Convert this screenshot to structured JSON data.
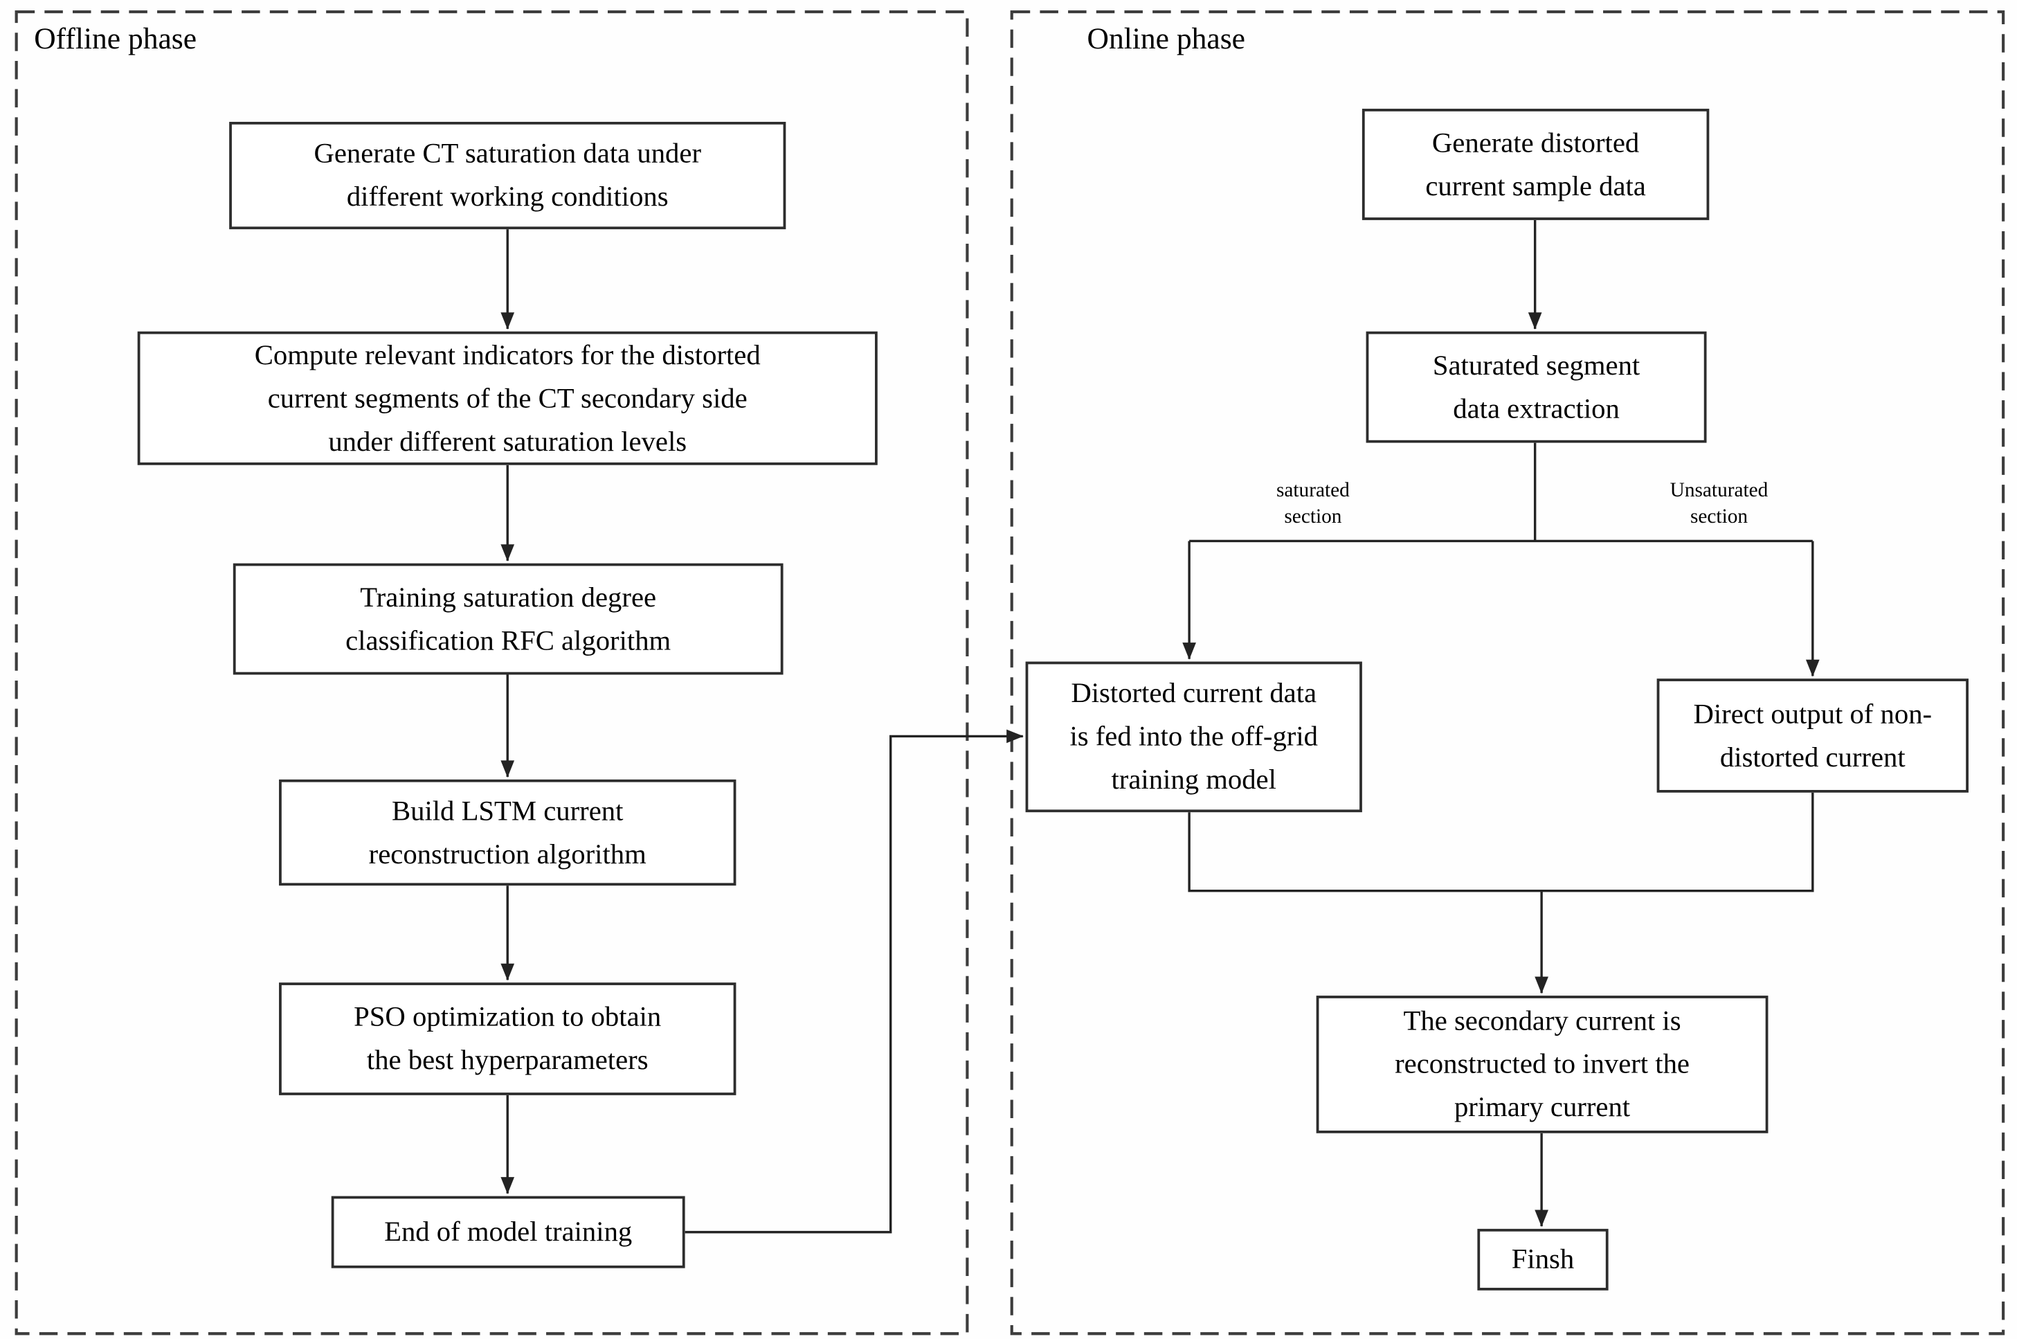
{
  "diagram": {
    "panels": {
      "offline": {
        "title": "Offline phase"
      },
      "online": {
        "title": "Online phase"
      }
    },
    "nodes": [
      {
        "id": "generate-ct-data",
        "label": "Generate CT saturation data under\ndifferent working conditions"
      },
      {
        "id": "compute-indicators",
        "label": "Compute relevant indicators for the distorted\ncurrent segments of the CT secondary side\nunder different saturation levels"
      },
      {
        "id": "train-rfc",
        "label": "Training saturation degree\nclassification RFC algorithm"
      },
      {
        "id": "build-lstm",
        "label": "Build LSTM current\nreconstruction algorithm"
      },
      {
        "id": "pso-optimization",
        "label": "PSO optimization to obtain\nthe best hyperparameters"
      },
      {
        "id": "end-training",
        "label": "End of model training"
      },
      {
        "id": "generate-distorted-sample",
        "label": "Generate distorted\ncurrent sample data"
      },
      {
        "id": "saturated-extraction",
        "label": "Saturated segment\ndata extraction"
      },
      {
        "id": "distorted-into-model",
        "label": "Distorted current data\nis fed into the off-grid\ntraining model"
      },
      {
        "id": "direct-output",
        "label": "Direct output of non-\ndistorted current"
      },
      {
        "id": "reconstruct-secondary",
        "label": "The secondary current is\nreconstructed to invert the\nprimary current"
      },
      {
        "id": "finish",
        "label": "Finsh"
      }
    ],
    "edges": [
      {
        "from": "generate-ct-data",
        "to": "compute-indicators"
      },
      {
        "from": "compute-indicators",
        "to": "train-rfc"
      },
      {
        "from": "train-rfc",
        "to": "build-lstm"
      },
      {
        "from": "build-lstm",
        "to": "pso-optimization"
      },
      {
        "from": "pso-optimization",
        "to": "end-training"
      },
      {
        "from": "end-training",
        "to": "distorted-into-model"
      },
      {
        "from": "generate-distorted-sample",
        "to": "saturated-extraction"
      },
      {
        "from": "saturated-extraction",
        "to": "distorted-into-model",
        "label": "saturated\nsection"
      },
      {
        "from": "saturated-extraction",
        "to": "direct-output",
        "label": "Unsaturated\nsection"
      },
      {
        "from": "distorted-into-model",
        "to": "reconstruct-secondary"
      },
      {
        "from": "direct-output",
        "to": "reconstruct-secondary"
      },
      {
        "from": "reconstruct-secondary",
        "to": "finish"
      }
    ],
    "line_color": "#232323"
  }
}
